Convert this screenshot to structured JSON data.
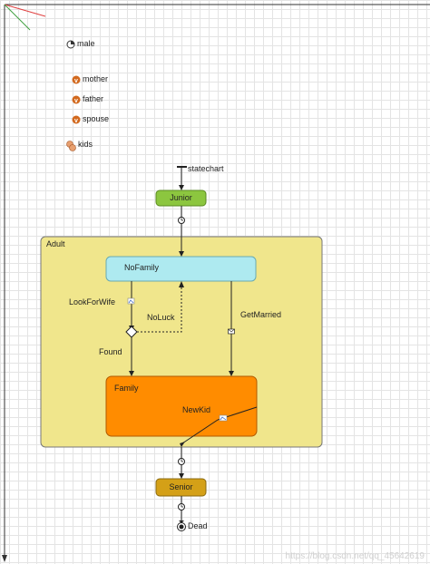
{
  "variables": [
    {
      "name": "male",
      "kind": "parameter",
      "icon": "parameter-icon"
    },
    {
      "name": "mother",
      "kind": "variable",
      "icon": "variable-icon"
    },
    {
      "name": "father",
      "kind": "variable",
      "icon": "variable-icon"
    },
    {
      "name": "spouse",
      "kind": "variable",
      "icon": "variable-icon"
    },
    {
      "name": "kids",
      "kind": "collection",
      "icon": "collection-icon"
    }
  ],
  "statechart": {
    "entry_label": "statechart",
    "states": {
      "junior": "Junior",
      "adult": "Adult",
      "nofamily": "NoFamily",
      "family": "Family",
      "senior": "Senior"
    },
    "transitions": {
      "lookforwife": "LookForWife",
      "noluck": "NoLuck",
      "found": "Found",
      "getmarried": "GetMarried",
      "newkid": "NewKid"
    },
    "final_label": "Dead"
  },
  "colors": {
    "junior": "#8cc63f",
    "adult": "#f0e68c",
    "nofamily": "#aeeaf0",
    "family": "#ff8c00",
    "senior": "#d4a017",
    "variable_icon": "#d2691e"
  },
  "watermark": "https://blog.csdn.net/qq_45642619"
}
